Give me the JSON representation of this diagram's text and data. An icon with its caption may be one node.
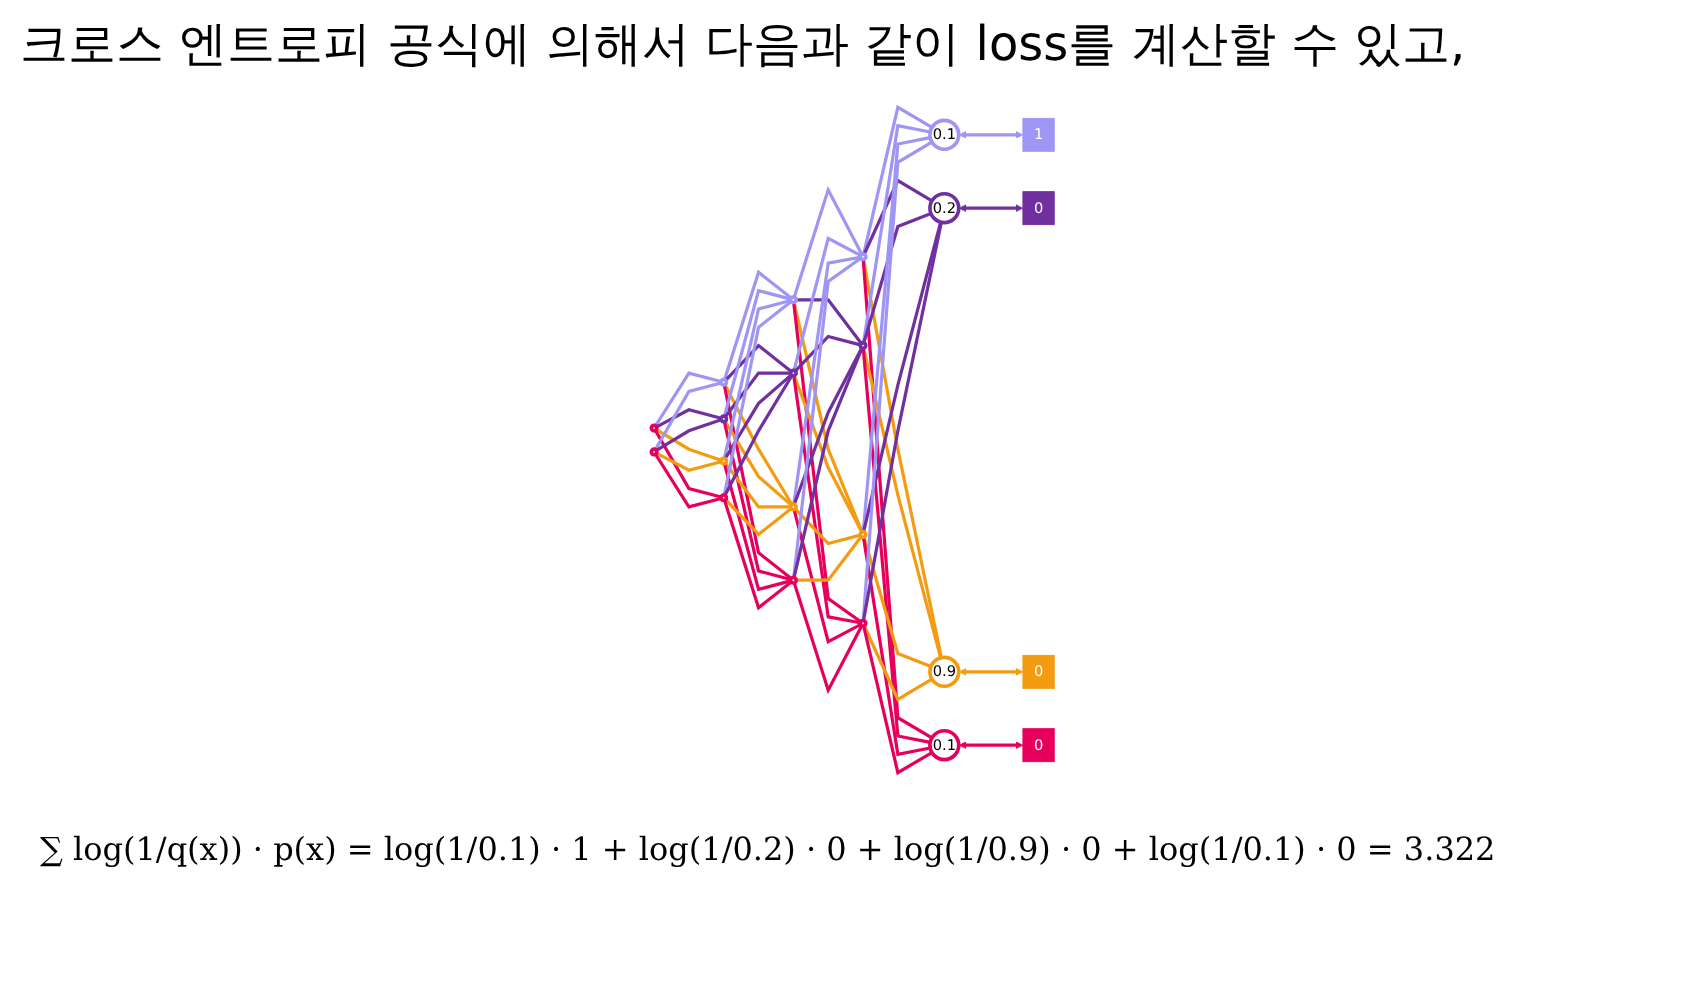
{
  "diagram": {
    "title": "크로스 엔트로피 공식에 의해서 다음과 같이 loss를 계산할 수 있고,",
    "nodes": [
      {
        "text": [],
        "shape": "circle"
      },
      {
        "text": [],
        "shape": "circle"
      },
      {
        "text": [],
        "shape": "circle"
      },
      {
        "text": [],
        "shape": "circle"
      },
      {
        "text": [],
        "shape": "circle"
      },
      {
        "text": [],
        "shape": "circle"
      },
      {
        "text": [],
        "shape": "circle"
      },
      {
        "text": [],
        "shape": "circle"
      },
      {
        "text": [],
        "shape": "circle"
      },
      {
        "text": [],
        "shape": "circle"
      },
      {
        "text": [],
        "shape": "circle"
      },
      {
        "text": [],
        "shape": "circle"
      },
      {
        "text": [],
        "shape": "circle"
      },
      {
        "text": [],
        "shape": "circle"
      },
      {
        "text": [
          "0.1"
        ]
      },
      {
        "text": [
          "0.2"
        ]
      },
      {
        "text": [
          "0.9"
        ]
      },
      {
        "text": [
          "0.1"
        ]
      },
      {
        "text": [
          "1"
        ]
      },
      {
        "text": [
          "0"
        ]
      },
      {
        "text": [
          "0"
        ]
      },
      {
        "text": [
          "0"
        ]
      }
    ],
    "edges": [
      {
        "from": 0,
        "to": 2,
        "arrow": "none",
        "color": "#9e95f5"
      },
      {
        "from": 0,
        "to": 3,
        "arrow": "none",
        "color": "#7030a0"
      },
      {
        "from": 0,
        "to": 4,
        "arrow": "none",
        "color": "#f39c12"
      },
      {
        "from": 0,
        "to": 5,
        "arrow": "none",
        "color": "#e6005c"
      },
      {
        "from": 1,
        "to": 2,
        "arrow": "none",
        "color": "#9e95f5"
      },
      {
        "from": 1,
        "to": 3,
        "arrow": "none",
        "color": "#7030a0"
      },
      {
        "from": 1,
        "to": 4,
        "arrow": "none",
        "color": "#f39c12"
      },
      {
        "from": 1,
        "to": 5,
        "arrow": "none",
        "color": "#e6005c"
      },
      {
        "from": 2,
        "to": 6,
        "arrow": "none",
        "color": "#9e95f5"
      },
      {
        "from": 2,
        "to": 7,
        "arrow": "none",
        "color": "#7030a0"
      },
      {
        "from": 2,
        "to": 8,
        "arrow": "none",
        "color": "#f39c12"
      },
      {
        "from": 2,
        "to": 9,
        "arrow": "none",
        "color": "#e6005c"
      },
      {
        "from": 3,
        "to": 6,
        "arrow": "none",
        "color": "#9e95f5"
      },
      {
        "from": 3,
        "to": 7,
        "arrow": "none",
        "color": "#7030a0"
      },
      {
        "from": 3,
        "to": 8,
        "arrow": "none",
        "color": "#f39c12"
      },
      {
        "from": 3,
        "to": 9,
        "arrow": "none",
        "color": "#e6005c"
      },
      {
        "from": 4,
        "to": 6,
        "arrow": "none",
        "color": "#9e95f5"
      },
      {
        "from": 4,
        "to": 7,
        "arrow": "none",
        "color": "#7030a0"
      },
      {
        "from": 4,
        "to": 8,
        "arrow": "none",
        "color": "#f39c12"
      },
      {
        "from": 4,
        "to": 9,
        "arrow": "none",
        "color": "#e6005c"
      },
      {
        "from": 5,
        "to": 6,
        "arrow": "none",
        "color": "#9e95f5"
      },
      {
        "from": 5,
        "to": 7,
        "arrow": "none",
        "color": "#7030a0"
      },
      {
        "from": 5,
        "to": 8,
        "arrow": "none",
        "color": "#f39c12"
      },
      {
        "from": 5,
        "to": 9,
        "arrow": "none",
        "color": "#e6005c"
      },
      {
        "from": 6,
        "to": 10,
        "arrow": "none",
        "color": "#9e95f5"
      },
      {
        "from": 6,
        "to": 11,
        "arrow": "none",
        "color": "#7030a0"
      },
      {
        "from": 6,
        "to": 12,
        "arrow": "none",
        "color": "#f39c12"
      },
      {
        "from": 6,
        "to": 13,
        "arrow": "none",
        "color": "#e6005c"
      },
      {
        "from": 7,
        "to": 10,
        "arrow": "none",
        "color": "#9e95f5"
      },
      {
        "from": 7,
        "to": 11,
        "arrow": "none",
        "color": "#7030a0"
      },
      {
        "from": 7,
        "to": 12,
        "arrow": "none",
        "color": "#f39c12"
      },
      {
        "from": 7,
        "to": 13,
        "arrow": "none",
        "color": "#e6005c"
      },
      {
        "from": 8,
        "to": 10,
        "arrow": "none",
        "color": "#9e95f5"
      },
      {
        "from": 8,
        "to": 11,
        "arrow": "none",
        "color": "#7030a0"
      },
      {
        "from": 8,
        "to": 12,
        "arrow": "none",
        "color": "#f39c12"
      },
      {
        "from": 8,
        "to": 13,
        "arrow": "none",
        "color": "#e6005c"
      },
      {
        "from": 9,
        "to": 10,
        "arrow": "none",
        "color": "#9e95f5"
      },
      {
        "from": 9,
        "to": 11,
        "arrow": "none",
        "color": "#7030a0"
      },
      {
        "from": 9,
        "to": 12,
        "arrow": "none",
        "color": "#f39c12"
      },
      {
        "from": 9,
        "to": 13,
        "arrow": "none",
        "color": "#e6005c"
      },
      {
        "from": 10,
        "to": 14,
        "arrow": "none",
        "color": "#9e95f5"
      },
      {
        "from": 10,
        "to": 15,
        "arrow": "none",
        "color": "#7030a0"
      },
      {
        "from": 10,
        "to": 16,
        "arrow": "none",
        "color": "#f39c12"
      },
      {
        "from": 10,
        "to": 17,
        "arrow": "none",
        "color": "#e6005c"
      },
      {
        "from": 11,
        "to": 14,
        "arrow": "none",
        "color": "#9e95f5"
      },
      {
        "from": 11,
        "to": 15,
        "arrow": "none",
        "color": "#7030a0"
      },
      {
        "from": 11,
        "to": 16,
        "arrow": "none",
        "color": "#f39c12"
      },
      {
        "from": 11,
        "to": 17,
        "arrow": "none",
        "color": "#e6005c"
      },
      {
        "from": 12,
        "to": 14,
        "arrow": "none",
        "color": "#9e95f5"
      },
      {
        "from": 12,
        "to": 15,
        "arrow": "none",
        "color": "#7030a0"
      },
      {
        "from": 12,
        "to": 16,
        "arrow": "none",
        "color": "#f39c12"
      },
      {
        "from": 12,
        "to": 17,
        "arrow": "none",
        "color": "#e6005c"
      },
      {
        "from": 13,
        "to": 14,
        "arrow": "none",
        "color": "#9e95f5"
      },
      {
        "from": 13,
        "to": 15,
        "arrow": "none",
        "color": "#7030a0"
      },
      {
        "from": 13,
        "to": 16,
        "arrow": "none",
        "color": "#f39c12"
      },
      {
        "from": 13,
        "to": 17,
        "arrow": "none",
        "color": "#e6005c"
      },
      {
        "from": 14,
        "to": 18,
        "arrow": "both",
        "color": "#9e95f5"
      },
      {
        "from": 15,
        "to": 19,
        "arrow": "both",
        "color": "#7030a0"
      },
      {
        "from": 16,
        "to": 20,
        "arrow": "both",
        "color": "#f39c12"
      },
      {
        "from": 17,
        "to": 21,
        "arrow": "both",
        "color": "#e6005c"
      }
    ],
    "labels": [
      "∑ log(1/q(x)) · p(x) = log(1/0.1) · 1 + log(1/0.2) · 0 + log(1/0.9) · 0 + log(1/0.1) · 0 = 3.322"
    ]
  }
}
